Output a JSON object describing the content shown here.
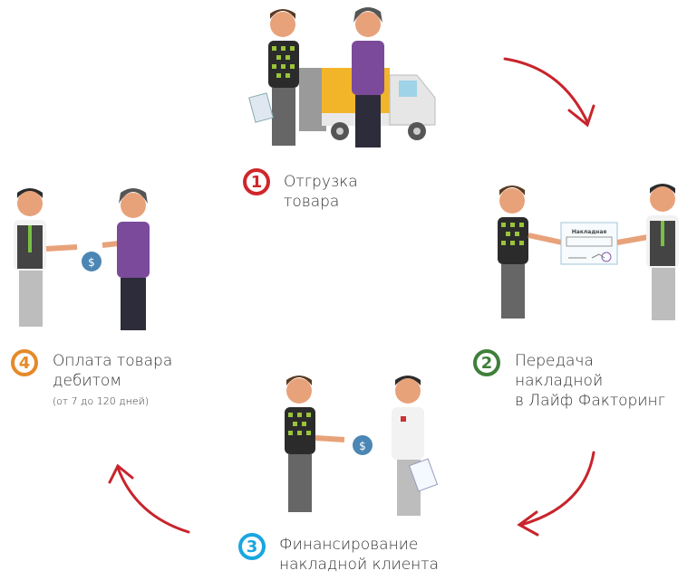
{
  "steps": [
    {
      "number": "1",
      "line1": "Отгрузка",
      "line2": "товара",
      "color": "#d0262c"
    },
    {
      "number": "2",
      "line1": "Передача",
      "line2": "накладной",
      "line3": "в Лайф Факторинг",
      "color": "#3f7f3a"
    },
    {
      "number": "3",
      "line1": "Финансирование",
      "line2": "накладной клиента",
      "color": "#1aa6e0"
    },
    {
      "number": "4",
      "line1": "Оплата товара",
      "line2": "дебитом",
      "note": "(от 7 до 120 дней)",
      "color": "#e58a2a"
    }
  ],
  "document_title": "Накладная",
  "money_symbol": "$",
  "arrow_color": "#c8242c"
}
